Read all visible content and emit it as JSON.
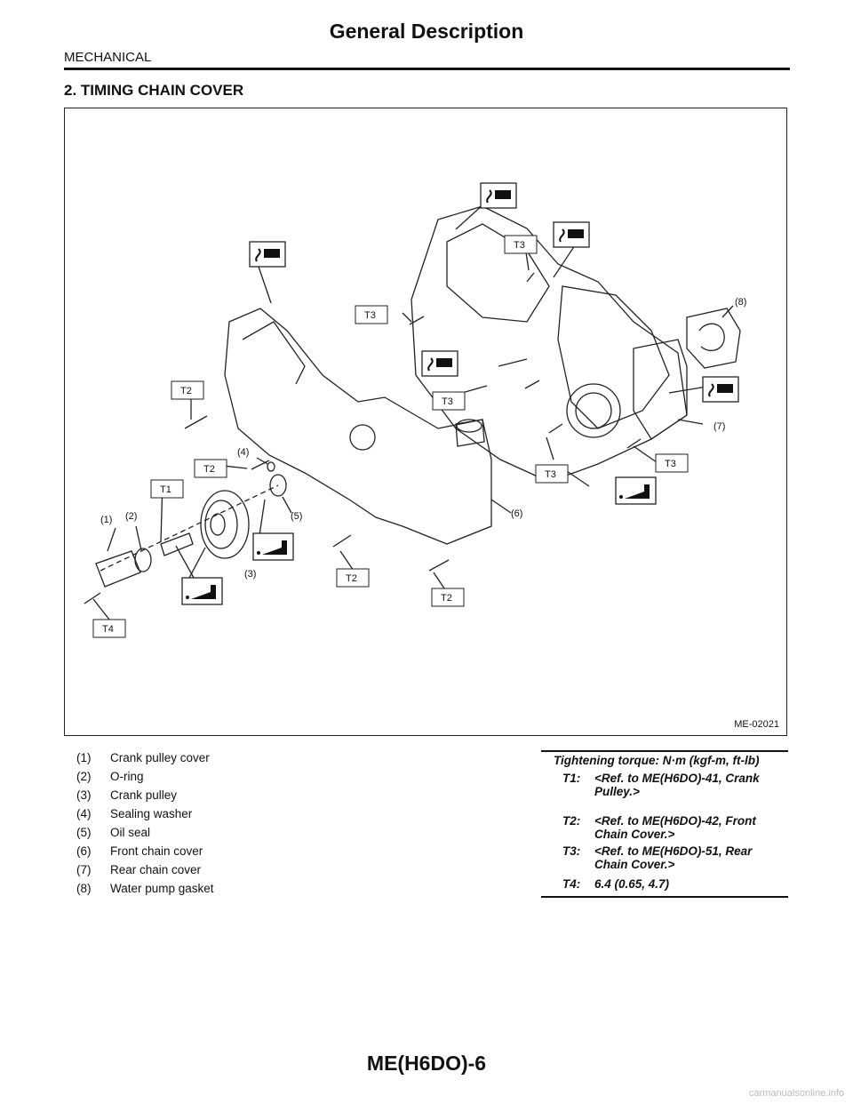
{
  "header": {
    "title": "General Description",
    "section": "MECHANICAL"
  },
  "heading": "2.  TIMING CHAIN COVER",
  "figure": {
    "id": "ME-02021",
    "callouts": {
      "c1": "(1)",
      "c2": "(2)",
      "c3": "(3)",
      "c4": "(4)",
      "c5": "(5)",
      "c6": "(6)",
      "c7": "(7)",
      "c8": "(8)"
    },
    "torque_tags": {
      "t1": "T1",
      "t2a": "T2",
      "t2b": "T2",
      "t2c": "T2",
      "t2d": "T2",
      "t3a": "T3",
      "t3b": "T3",
      "t3c": "T3",
      "t3d": "T3",
      "t3e": "T3",
      "t4": "T4"
    },
    "icons": [
      "sealant-tube-icon",
      "oil-can-icon"
    ]
  },
  "parts": [
    {
      "num": "(1)",
      "name": "Crank pulley cover"
    },
    {
      "num": "(2)",
      "name": "O-ring"
    },
    {
      "num": "(3)",
      "name": "Crank pulley"
    },
    {
      "num": "(4)",
      "name": "Sealing washer"
    },
    {
      "num": "(5)",
      "name": "Oil seal"
    },
    {
      "num": "(6)",
      "name": "Front chain cover"
    },
    {
      "num": "(7)",
      "name": "Rear chain cover"
    },
    {
      "num": "(8)",
      "name": "Water pump gasket"
    }
  ],
  "torque": {
    "heading": "Tightening torque: N·m (kgf-m, ft-lb)",
    "rows": [
      {
        "code": "T1:",
        "value": "<Ref. to ME(H6DO)-41, Crank Pulley.>"
      },
      {
        "code": "T2:",
        "value": "<Ref. to ME(H6DO)-42, Front Chain Cover.>"
      },
      {
        "code": "T3:",
        "value": "<Ref. to ME(H6DO)-51, Rear Chain Cover.>"
      },
      {
        "code": "T4:",
        "value": "6.4 (0.65, 4.7)"
      }
    ]
  },
  "footer": "ME(H6DO)-6",
  "watermark": "carmanualsonline.info"
}
